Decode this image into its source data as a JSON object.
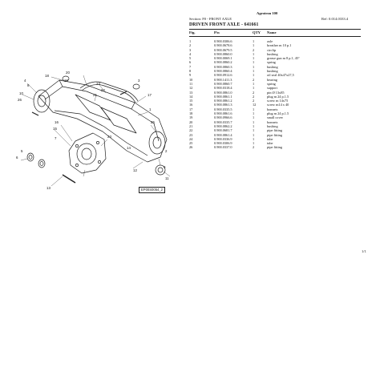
{
  "header": {
    "brand": "Agrotron 100",
    "section": "Section: F0 - FRONT AXLE",
    "ref": "Ref: 0.014.0333.4",
    "title": "DRIVEN FRONT AXLE - 641661"
  },
  "table": {
    "columns": [
      "Fig.",
      "P/n",
      "QTY",
      "Name"
    ],
    "rows": [
      {
        "fig": "1",
        "pn": "0.900.0306.6",
        "qty": "1",
        "name": "axle"
      },
      {
        "fig": "2",
        "pn": "0.900.0678.6",
        "qty": "1",
        "name": "breather m 10 p.1"
      },
      {
        "fig": "3",
        "pn": "0.900.0679.5",
        "qty": "2",
        "name": "circlip"
      },
      {
        "fig": "4",
        "pn": "0.900.0860.0",
        "qty": "1",
        "name": "bushing"
      },
      {
        "fig": "5",
        "pn": "0.900.0069.1",
        "qty": "1",
        "name": "grease gun m 8 p.1, 45°"
      },
      {
        "fig": "6",
        "pn": "0.900.0860.2",
        "qty": "1",
        "name": "spring"
      },
      {
        "fig": "7",
        "pn": "0.900.0860.3",
        "qty": "1",
        "name": "bushing"
      },
      {
        "fig": "8",
        "pn": "0.900.0860.4",
        "qty": "1",
        "name": "bushing"
      },
      {
        "fig": "9",
        "pn": "0.900.0912.6",
        "qty": "1",
        "name": "oil seal 40x47x27,5"
      },
      {
        "fig": "10",
        "pn": "0.900.1411.3",
        "qty": "2",
        "name": "bearing"
      },
      {
        "fig": "11",
        "pn": "0.900.0860.7",
        "qty": "1",
        "name": "spring"
      },
      {
        "fig": "12",
        "pn": "0.900.0318.4",
        "qty": "1",
        "name": "support"
      },
      {
        "fig": "13",
        "pn": "0.900.0861.0",
        "qty": "2",
        "name": "pin Ø 13x85"
      },
      {
        "fig": "14",
        "pn": "0.900.0861.1",
        "qty": "2",
        "name": "plug m 24 p.1.5"
      },
      {
        "fig": "15",
        "pn": "0.900.0861.2",
        "qty": "2",
        "name": "screw m 14x75"
      },
      {
        "fig": "16",
        "pn": "0.900.0861.3",
        "qty": "12",
        "name": "screw m14 x 40"
      },
      {
        "fig": "17",
        "pn": "0.900.0335.5",
        "qty": "1",
        "name": "bonnets"
      },
      {
        "fig": "18",
        "pn": "0.900.0861.6",
        "qty": "1",
        "name": "plug m 24 p.1.5"
      },
      {
        "fig": "19",
        "pn": "0.900.0966.6",
        "qty": "1",
        "name": "small cover"
      },
      {
        "fig": "20",
        "pn": "0.900.0335.7",
        "qty": "1",
        "name": "bonnets"
      },
      {
        "fig": "21",
        "pn": "0.900.0862.2",
        "qty": "1",
        "name": "bushing"
      },
      {
        "fig": "22",
        "pn": "0.900.0681.7",
        "qty": "1",
        "name": "pipe fitting"
      },
      {
        "fig": "23",
        "pn": "0.900.0861.4",
        "qty": "1",
        "name": "pipe fitting"
      },
      {
        "fig": "24",
        "pn": "0.900.0336.9",
        "qty": "1",
        "name": "tube"
      },
      {
        "fig": "25",
        "pn": "0.900.0306.9",
        "qty": "1",
        "name": "tube"
      },
      {
        "fig": "26",
        "pn": "0.900.0337.0",
        "qty": "2",
        "name": "pipe fitting"
      }
    ]
  },
  "diagram": {
    "callouts": [
      "1",
      "2",
      "3",
      "4",
      "5",
      "6",
      "7",
      "8",
      "9",
      "10",
      "11",
      "12",
      "13",
      "14",
      "15",
      "16",
      "17",
      "18",
      "19",
      "20",
      "21",
      "22",
      "23",
      "24",
      "25",
      "26"
    ],
    "caption": "EP00S0054_2"
  },
  "page_number": "1/1"
}
